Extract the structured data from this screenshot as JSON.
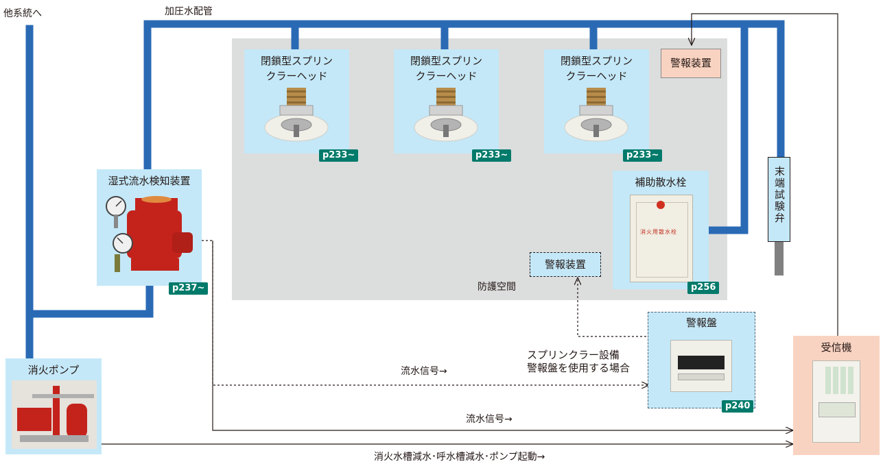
{
  "labels": {
    "other_system": "他系統へ",
    "pressurized_pipe": "加圧水配管",
    "protected_space": "防護空間",
    "end_test_valve": "末端試験弁",
    "panel_case_line1": "スプリンクラー設備",
    "panel_case_line2": "警報盤を使用する場合",
    "flow_signal_dashed": "流水信号→",
    "flow_signal_solid": "流水信号→",
    "bottom_signal": "消火水槽減水･呼水槽減水･ポンプ起動→"
  },
  "sprinklers": [
    {
      "line1": "閉鎖型スプリン",
      "line2": "クラーヘッド",
      "page": "p233~"
    },
    {
      "line1": "閉鎖型スプリン",
      "line2": "クラーヘッド",
      "page": "p233~"
    },
    {
      "line1": "閉鎖型スプリン",
      "line2": "クラーヘッド",
      "page": "p233~"
    }
  ],
  "alarm_device_top": "警報装置",
  "alarm_device_dashed": "警報装置",
  "hydrant": {
    "title": "補助散水栓",
    "cabinet_text": "消火用散水栓",
    "page": "p256"
  },
  "wet_valve": {
    "title": "湿式流水検知装置",
    "page": "p237~"
  },
  "alarm_panel": {
    "title": "警報盤",
    "page": "p240"
  },
  "fire_pump": {
    "title": "消火ポンプ"
  },
  "receiver": {
    "title": "受信機"
  },
  "colors": {
    "pipe": "#2a6ab5",
    "box_fill": "#c4e8f8",
    "protected_area": "#dcdddd",
    "receiver_fill": "#f9d3c1",
    "badge": "#007a6a",
    "test_valve_drain": "#808080"
  }
}
